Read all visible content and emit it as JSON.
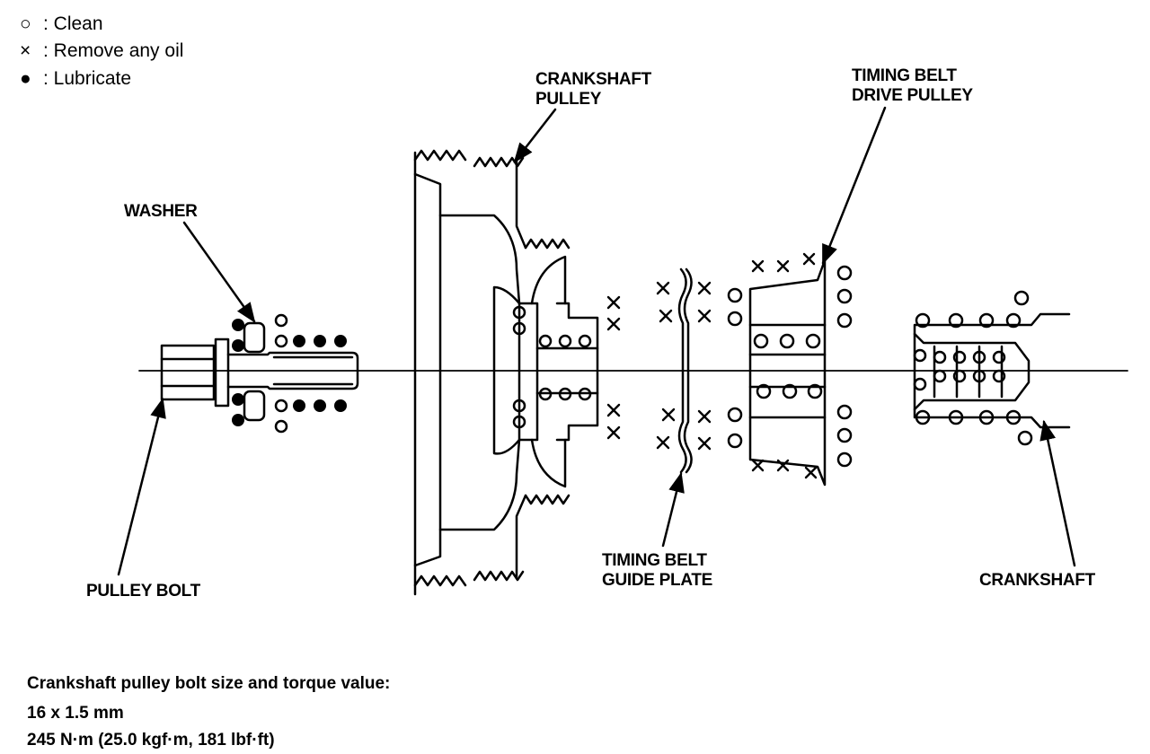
{
  "legend": [
    {
      "symbol": "○",
      "text": ": Clean"
    },
    {
      "symbol": "×",
      "text": ": Remove any oil"
    },
    {
      "symbol": "●",
      "text": ": Lubricate"
    }
  ],
  "callouts": {
    "crankshaft_pulley": [
      "CRANKSHAFT",
      "PULLEY"
    ],
    "timing_belt_drive_pulley": [
      "TIMING BELT",
      "DRIVE PULLEY"
    ],
    "washer": [
      "WASHER"
    ],
    "timing_belt_guide_plate": [
      "TIMING BELT",
      "GUIDE PLATE"
    ],
    "pulley_bolt": [
      "PULLEY BOLT"
    ],
    "crankshaft": [
      "CRANKSHAFT"
    ]
  },
  "spec": {
    "heading": "Crankshaft pulley bolt size and torque value:",
    "size": "16 x 1.5 mm",
    "torque": "245 N·m (25.0 kgf·m, 181 lbf·ft)"
  }
}
